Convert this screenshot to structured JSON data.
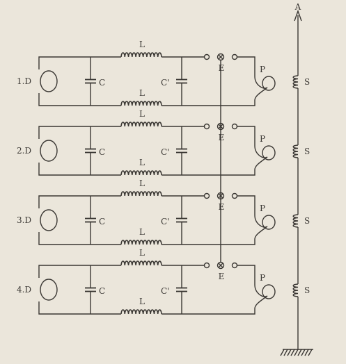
{
  "antenna_label": "A",
  "stages": [
    {
      "number": "1.D",
      "capacitor_left": "C",
      "capacitor_right": "C'",
      "inductor_top": "L",
      "inductor_bottom": "L",
      "gap": "E",
      "coil": "P",
      "secondary": "S"
    },
    {
      "number": "2.D",
      "capacitor_left": "C",
      "capacitor_right": "C'",
      "inductor_top": "L",
      "inductor_bottom": "L",
      "gap": "E",
      "coil": "P",
      "secondary": "S"
    },
    {
      "number": "3.D",
      "capacitor_left": "C",
      "capacitor_right": "C'",
      "inductor_top": "L",
      "inductor_bottom": "L",
      "gap": "E",
      "coil": "P",
      "secondary": "S"
    },
    {
      "number": "4.D",
      "capacitor_left": "C",
      "capacitor_right": "C'",
      "inductor_top": "L",
      "inductor_bottom": "L",
      "gap": "E",
      "coil": "P",
      "secondary": "S"
    }
  ]
}
